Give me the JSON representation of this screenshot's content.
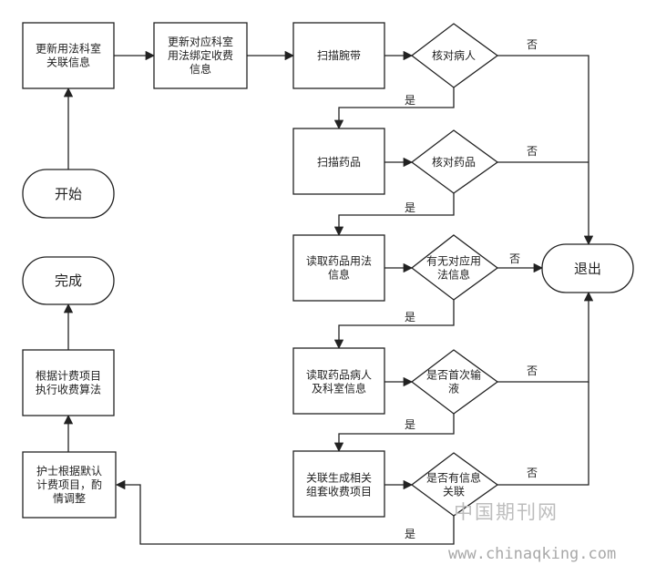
{
  "nodes": {
    "start": "开始",
    "update_dept": [
      "更新用法科室",
      "关联信息"
    ],
    "update_fee": [
      "更新对应科室",
      "用法绑定收费",
      "信息"
    ],
    "scan_wristband": [
      "扫描腕带"
    ],
    "check_patient": [
      "核对病人"
    ],
    "scan_drug": [
      "扫描药品"
    ],
    "check_drug": [
      "核对药品"
    ],
    "read_usage": [
      "读取药品用法",
      "信息"
    ],
    "has_usage": [
      "有无对应用",
      "法信息"
    ],
    "read_patient_dept": [
      "读取药品病人",
      "及科室信息"
    ],
    "first_infusion": [
      "是否首次输",
      "液"
    ],
    "gen_fee": [
      "关联生成相关",
      "组套收费项目"
    ],
    "has_info": [
      "是否有信息",
      "关联"
    ],
    "nurse_adjust": [
      "护士根据默认",
      "计费项目，酌",
      "情调整"
    ],
    "calc": [
      "根据计费项目",
      "执行收费算法"
    ],
    "finish": "完成",
    "exit": "退出"
  },
  "labels": {
    "yes": "是",
    "no": "否"
  },
  "watermark": {
    "cn": "中国期刊网",
    "url": "www.chinaqking.com"
  }
}
